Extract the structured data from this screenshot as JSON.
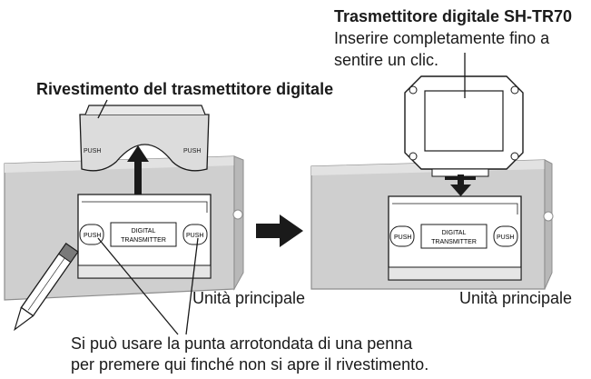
{
  "labels": {
    "transmitter_title": "Trasmettitore digitale SH-TR70",
    "transmitter_note_1": "Inserire completamente fino a",
    "transmitter_note_2": "sentire un clic.",
    "cover_title": "Rivestimento del trasmettitore digitale",
    "main_unit_left": "Unità principale",
    "main_unit_right": "Unità principale",
    "pen_note_1": "Si può usare la punta arrotondata di una penna",
    "pen_note_2": "per premere qui finché non si apre il rivestimento."
  },
  "panel_text": {
    "push": "PUSH",
    "digital": "DIGITAL",
    "transmitter": "TRANSMITTER"
  },
  "colors": {
    "ink": "#1a1a1a",
    "unit_gray": "#cfcfcf",
    "unit_edge": "#9a9a9a",
    "cover_gray": "#dcdcdc",
    "panel_white": "#ffffff"
  }
}
